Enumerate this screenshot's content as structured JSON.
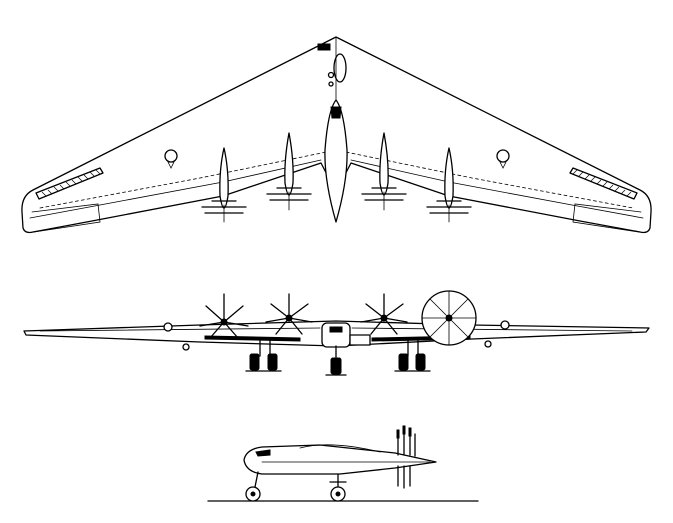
{
  "drawing": {
    "views": [
      "top-view",
      "front-view",
      "side-view"
    ],
    "colors": {
      "line": "#000000",
      "background": "#ffffff"
    }
  }
}
